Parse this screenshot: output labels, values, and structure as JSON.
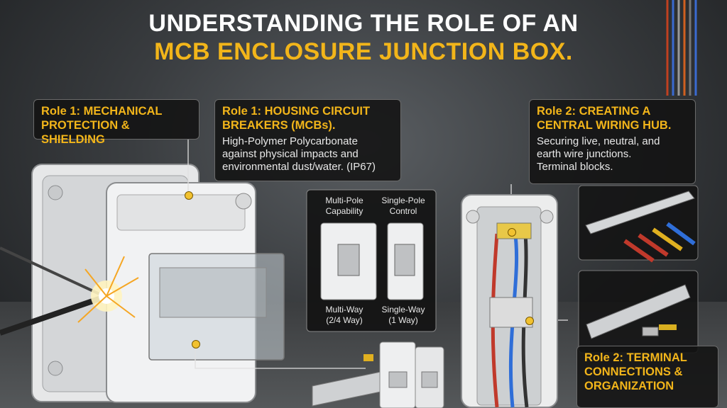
{
  "title": {
    "line1": "UNDERSTANDING THE ROLE OF AN",
    "line2": "MCB ENCLOSURE JUNCTION BOX."
  },
  "callouts": {
    "mechanical": {
      "heading": "Role 1: MECHANICAL\nPROTECTION & SHIELDING"
    },
    "housing": {
      "heading": "Role 1: HOUSING CIRCUIT\nBREAKERS (MCBs).",
      "body": "High-Polymer Polycarbonate\nagainst physical impacts and\nenvironmental dust/water. (IP67)"
    },
    "wiring_hub": {
      "heading": "Role 2: CREATING A\nCENTRAL WIRING HUB.",
      "body": "Securing live, neutral, and\nearth wire junctions.\nTerminal blocks."
    },
    "terminal": {
      "heading": "Role 2: TERMINAL\nCONNECTIONS &\nORGANIZATION"
    }
  },
  "capability_panel": {
    "multi_pole": "Multi-Pole\nCapability",
    "single_pole": "Single-Pole\nControl",
    "multi_way": "Multi-Way\n(2/4 Way)",
    "single_way": "Single-Way\n(1 Way)"
  },
  "colors": {
    "accent": "#f2b51a",
    "callout_bg": "#121212"
  }
}
